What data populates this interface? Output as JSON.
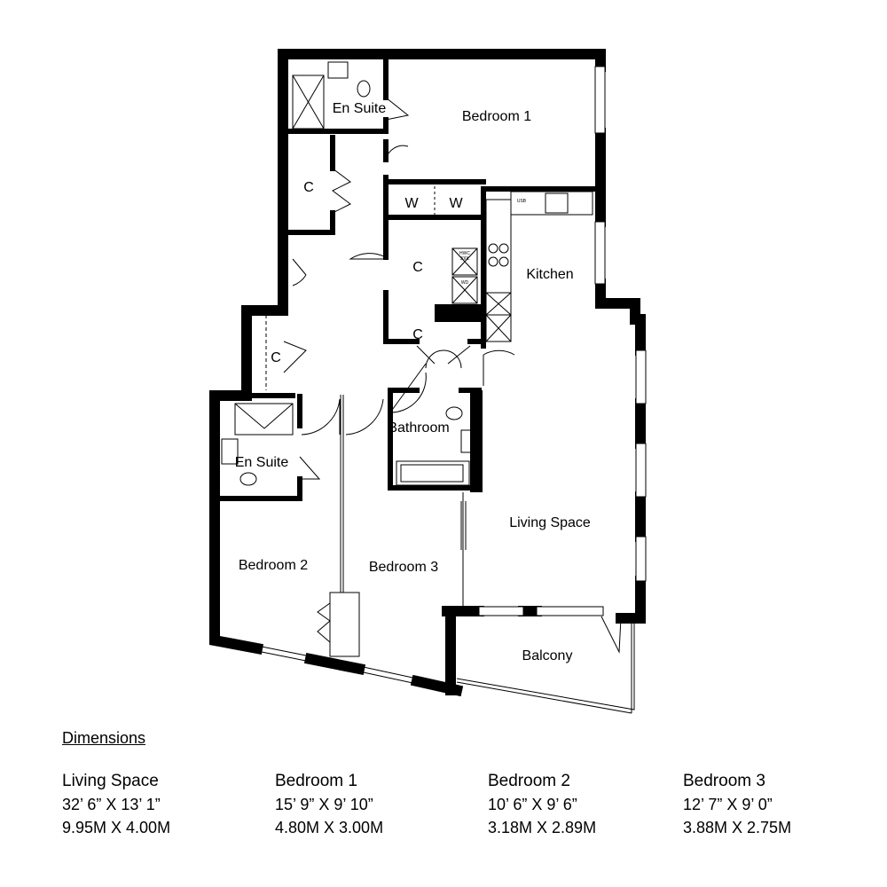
{
  "rooms": {
    "en_suite_1": "En Suite",
    "bedroom_1": "Bedroom 1",
    "cupboard_a": "C",
    "wardrobe_a": "W",
    "wardrobe_b": "W",
    "cupboard_b": "C",
    "kitchen": "Kitchen",
    "cupboard_c": "C",
    "cupboard_d": "C",
    "bathroom": "Bathroom",
    "en_suite_2": "En Suite",
    "living_space": "Living Space",
    "bedroom_2": "Bedroom 2",
    "bedroom_3": "Bedroom 3",
    "balcony": "Balcony"
  },
  "appliance_labels": {
    "hwc": "HWC",
    "hwc_size": "300L",
    "wd": "WD",
    "usb": "USB"
  },
  "dimensions": {
    "title": "Dimensions",
    "rooms": [
      {
        "name": "Living Space",
        "imperial": "32’ 6” X 13’ 1”",
        "metric": "9.95M X 4.00M"
      },
      {
        "name": "Bedroom 1",
        "imperial": "15’ 9” X 9’ 10”",
        "metric": "4.80M X 3.00M"
      },
      {
        "name": "Bedroom 2",
        "imperial": "10’ 6” X 9’ 6”",
        "metric": "3.18M X 2.89M"
      },
      {
        "name": "Bedroom 3",
        "imperial": "12’ 7” X 9’ 0”",
        "metric": "3.88M X 2.75M"
      }
    ]
  }
}
